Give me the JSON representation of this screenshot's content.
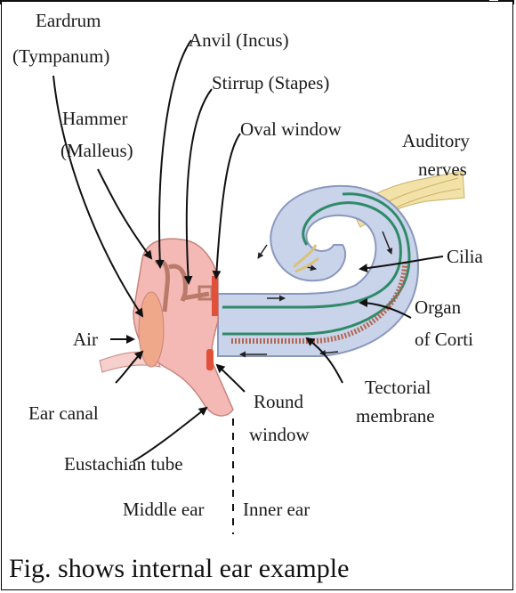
{
  "labels": {
    "eardrum": "Eardrum",
    "tympanum": "(Tympanum)",
    "anvil": "Anvil (Incus)",
    "stirrup": "Stirrup (Stapes)",
    "hammer": "Hammer",
    "malleus": "(Malleus)",
    "oval_window": "Oval window",
    "auditory": "Auditory",
    "nerves": "nerves",
    "cilia": "Cilia",
    "organ": "Organ",
    "of_corti": "of Corti",
    "air": "Air",
    "ear_canal": "Ear canal",
    "round": "Round",
    "window": "window",
    "tectorial": "Tectorial",
    "membrane": "membrane",
    "eustachian_tube": "Eustachian tube",
    "middle_ear": "Middle ear",
    "inner_ear": "Inner ear"
  },
  "caption": "Fig. shows internal ear example",
  "colors": {
    "cochlea": "#c9d3ea",
    "cochlea_edge": "#8a98bd",
    "middle_ear": "#f4b9b4",
    "window_red": "#e0503a",
    "nerve": "#f3e2a8",
    "duct_green": "#2f8a68",
    "organ_stripe": "#b4654f"
  },
  "icons": [
    "arrow-pointer-icon"
  ]
}
